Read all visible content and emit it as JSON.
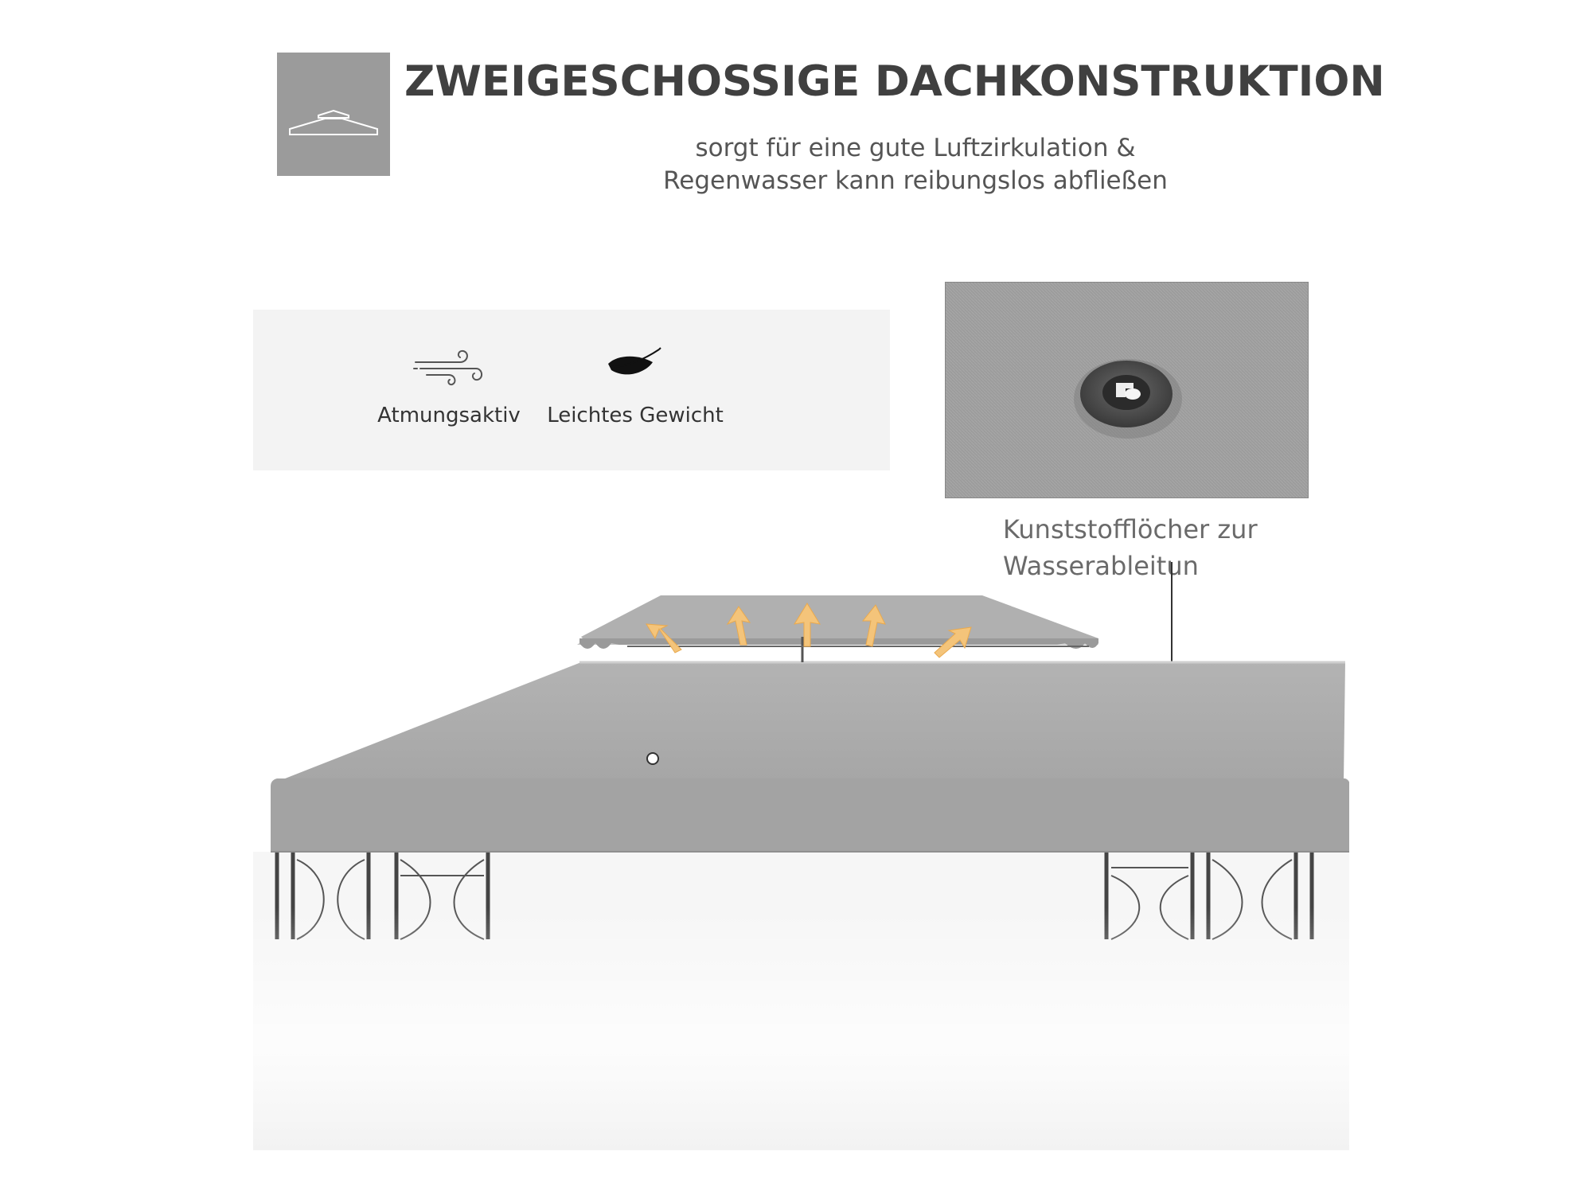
{
  "header": {
    "title": "ZWEIGESCHOSSIGE DACHKONSTRUKTION",
    "subtitle_line1": "sorgt für eine gute Luftzirkulation &",
    "subtitle_line2": "Regenwasser kann reibungslos abfließen",
    "icon": "double-roof-icon"
  },
  "features": [
    {
      "icon": "wind-icon",
      "label": "Atmungsaktiv"
    },
    {
      "icon": "feather-icon",
      "label": "Leichtes Gewicht"
    }
  ],
  "detail": {
    "caption_line1": "Kunststofflöcher zur",
    "caption_line2": "Wasserableitun"
  },
  "colors": {
    "canopy": "#a9a9a9",
    "panel": "#f3f3f3",
    "arrow": "#f4c47a",
    "heading": "#404040"
  }
}
